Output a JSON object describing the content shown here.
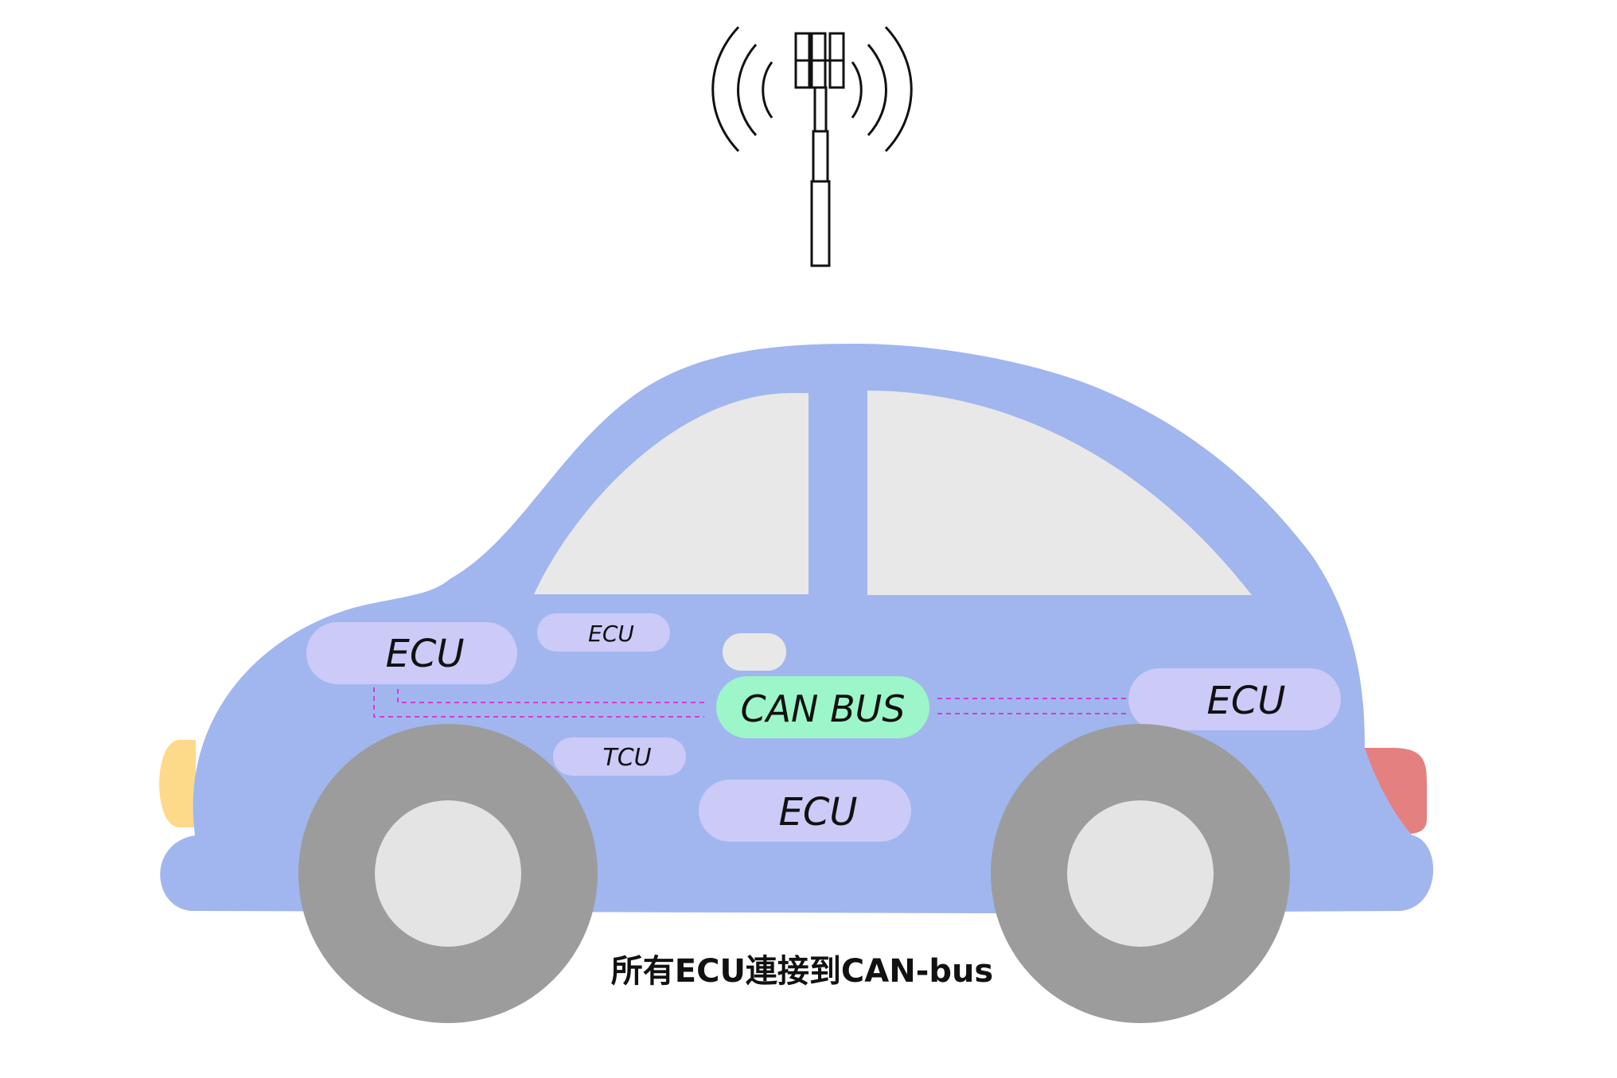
{
  "labels": {
    "ecu_front": "ECU",
    "ecu_small_top": "ECU",
    "tcu": "TCU",
    "can_bus": "CAN BUS",
    "ecu_lower_center": "ECU",
    "ecu_rear": "ECU"
  },
  "caption": "所有ECU連接到CAN-bus",
  "icons": {
    "antenna": "cell-tower-icon"
  },
  "colors": {
    "body": "#a1b6ee",
    "window": "#e8e8e8",
    "ecu_box": "#cccaf7",
    "can_bus": "#9cf6c9",
    "wheel_tire": "#9c9c9c",
    "wheel_hub": "#e4e4e4",
    "front_light": "#fdd98a",
    "rear_light": "#e48080",
    "bus_line": "#d43cd4"
  }
}
